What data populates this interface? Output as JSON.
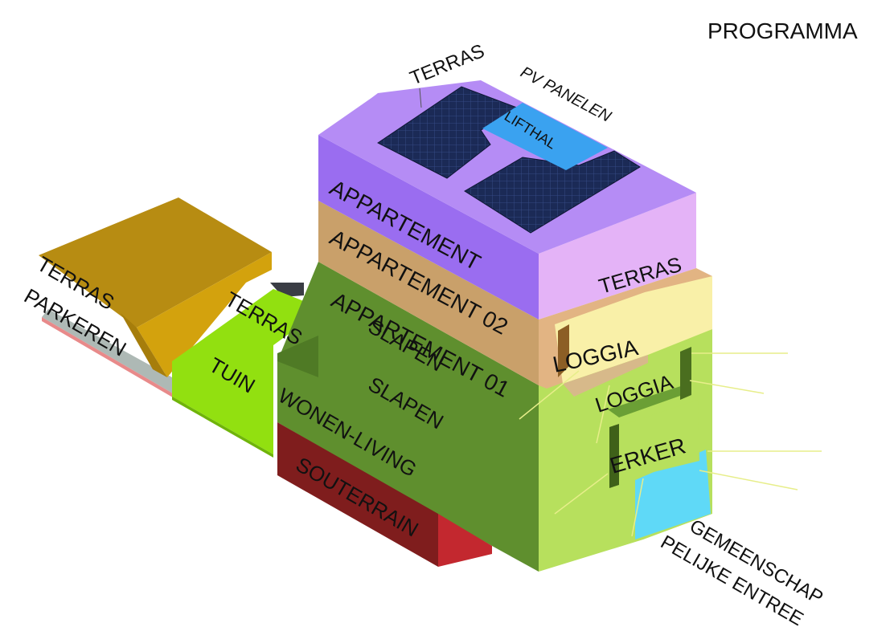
{
  "title": "PROGRAMMA",
  "colors": {
    "roof": "#b58cf5",
    "roof_side": "#e4b3f7",
    "app02": "#c9a06a",
    "app01_green": "#5f8f2e",
    "light_green": "#b7e05d",
    "tuin": "#92e010",
    "terras_gold": "#d3a20d",
    "parkeren": "#aeb9b5",
    "souterrain": "#7f1d1d",
    "entrance": "#5fd9f7",
    "lifthal": "#3aa2f0",
    "pv": "#1b2a56",
    "loggia": "#f9f0a8",
    "leader": "#e7ee8a"
  },
  "labels": {
    "terras_top": "TERRAS",
    "pv_panelen": "PV PANELEN",
    "lifthal": "LIFTHAL",
    "appartement": "APPARTEMENT",
    "appartement_02": "APPARTEMENT 02",
    "appartement_01": "APPARTEMENT 01",
    "terras_right": "TERRAS",
    "terras_left": "TERRAS",
    "parkeren": "PARKEREN",
    "terras_mid": "TERRAS",
    "tuin": "TUIN",
    "slapen_1": "SLAPEN",
    "slapen_2": "SLAPEN",
    "wonen_living": "WONEN-LIVING",
    "souterrain": "SOUTERRAIN",
    "loggia_1": "LOGGIA",
    "loggia_2": "LOGGIA",
    "erker": "ERKER",
    "gemeenschap_1": "GEMEENSCHAP",
    "gemeenschap_2": "PELIJKE ENTREE"
  }
}
